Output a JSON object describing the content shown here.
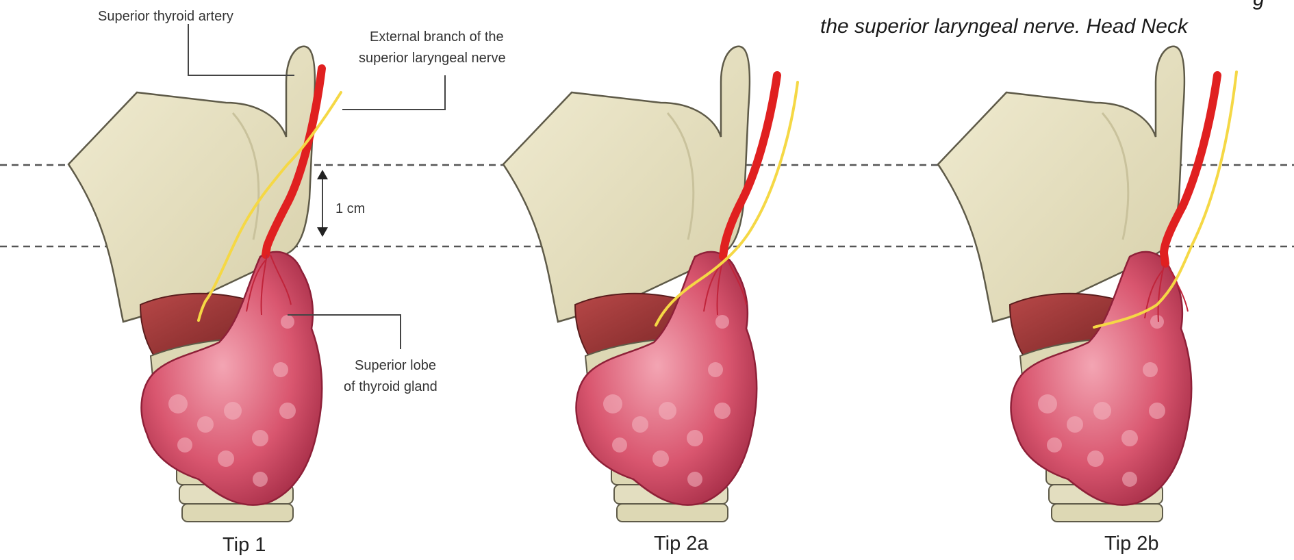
{
  "caption": {
    "line1": "g",
    "line2": "the superior laryngeal nerve. Head Neck"
  },
  "labels": {
    "artery": "Superior thyroid artery",
    "nerve_line1": "External branch of the",
    "nerve_line2": "superior laryngeal nerve",
    "distance": "1 cm",
    "lobe_line1": "Superior lobe",
    "lobe_line2": "of thyroid gland"
  },
  "panels": [
    {
      "title": "Tip 1"
    },
    {
      "title": "Tip 2a"
    },
    {
      "title": "Tip 2b"
    }
  ],
  "colors": {
    "cartilage": "#e8e2c2",
    "cartilage_outline": "#5e5a48",
    "gland": "#d9566f",
    "gland_light": "#f0a0b0",
    "artery": "#e02020",
    "nerve": "#f5d845",
    "muscle": "#a03a3a",
    "trachea": "#ddd8b4",
    "guide_line": "#555555"
  }
}
